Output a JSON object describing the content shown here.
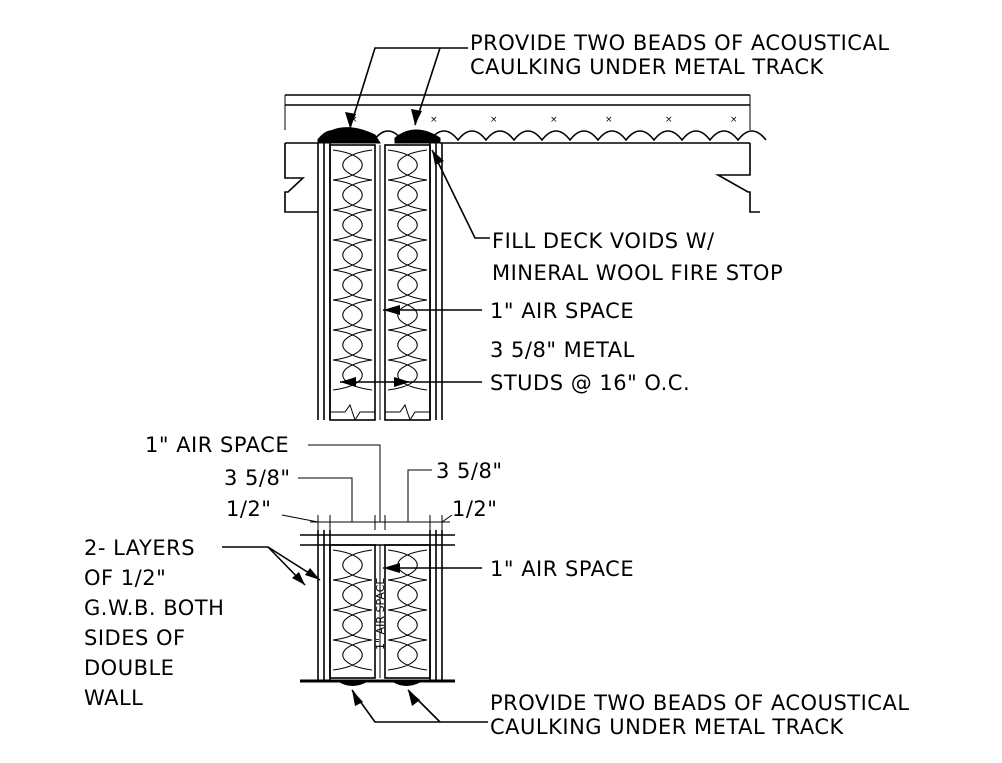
{
  "labels": {
    "top_caulk_line1": "PROVIDE TWO BEADS OF ACOUSTICAL",
    "top_caulk_line2": "CAULKING UNDER METAL TRACK",
    "fill_deck_line1": "FILL DECK VOIDS W/",
    "fill_deck_line2": "MINERAL WOOL FIRE STOP",
    "upper_air_space": "1\" AIR SPACE",
    "studs_line1": "3 5/8\" METAL",
    "studs_line2": "STUDS @ 16\" O.C.",
    "dim_air_space": "1\" AIR SPACE",
    "dim_stud_left": "3 5/8\"",
    "dim_stud_right": "3 5/8\"",
    "dim_gwb_left": "1/2\"",
    "dim_gwb_right": "1/2\"",
    "gwb_line1": "2- LAYERS",
    "gwb_line2": "OF 1/2\"",
    "gwb_line3": "G.W.B. BOTH",
    "gwb_line4": "SIDES OF",
    "gwb_line5": "DOUBLE",
    "gwb_line6": "WALL",
    "lower_air_space": "1\" AIR SPACE",
    "vertical_air_space": "1\" AIR SPACE",
    "bottom_caulk_line1": "PROVIDE TWO BEADS OF ACOUSTICAL",
    "bottom_caulk_line2": "CAULKING UNDER METAL TRACK"
  }
}
